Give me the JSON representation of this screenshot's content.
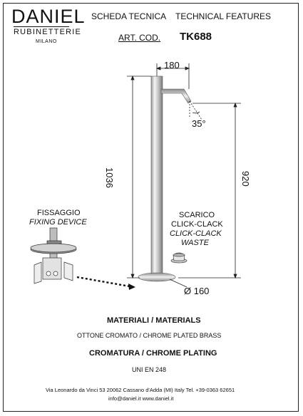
{
  "logo": {
    "main": "DANIEL",
    "sub": "RUBINETTERIE",
    "city": "MILANO"
  },
  "header": {
    "scheda": "SCHEDA TECNICA",
    "technical": "TECHNICAL FEATURES",
    "art_cod": "ART. COD.",
    "code": "TK688"
  },
  "dimensions": {
    "spout": "180",
    "height_total": "1036",
    "height_spout": "920",
    "angle": "35°",
    "base": "Ø 160"
  },
  "fixing": {
    "it": "FISSAGGIO",
    "en": "FIXING DEVICE"
  },
  "waste": {
    "it1": "SCARICO",
    "it2": "CLICK-CLACK",
    "en1": "CLICK-CLACK",
    "en2": "WASTE"
  },
  "materials": {
    "title": "MATERIALI / MATERIALS",
    "body": "OTTONE CROMATO  / CHROME PLATED BRASS",
    "chrome_title": "CROMATURA / CHROME PLATING",
    "standard": "UNI EN 248"
  },
  "footer": {
    "line1": "Via Leonardo da Vinci 53    20062 Cassano d'Adda (MI) Italy Tel. +39-0363 62651",
    "line2": "info@daniel.it         www.daniel.it"
  }
}
